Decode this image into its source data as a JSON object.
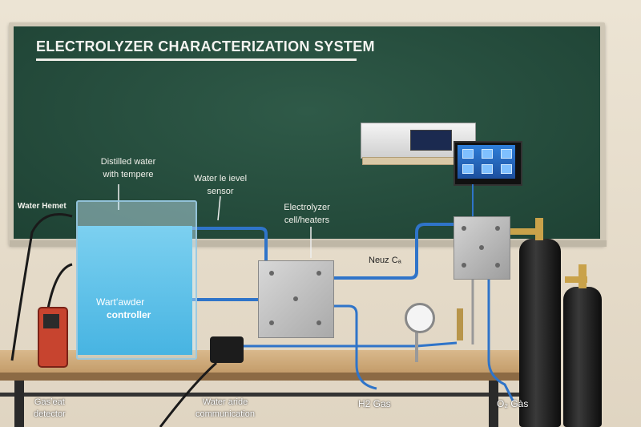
{
  "board": {
    "title": "ELECTROLYZER CHARACTERIZATION SYSTEM",
    "labels": {
      "distilled_water_1": "Distilled water",
      "distilled_water_2": "with tempere",
      "water_level_1": "Water le ievel",
      "water_level_2": "sensor",
      "electrolyzer_1": "Electrolyzer",
      "electrolyzer_2": "cell/heaters",
      "water_hemet": "Water Hemet",
      "neuz": "Neuz Cₐ"
    }
  },
  "tank": {
    "line1": "Wartʻawder",
    "line2": "controller"
  },
  "bottom_labels": {
    "gas_detector_1": "Gasʽeat",
    "gas_detector_2": "detector",
    "water_comm_1": "Water aride",
    "water_comm_2": "communication",
    "h2": "H2 Gas",
    "o2": "O₂ Gàs"
  },
  "colors": {
    "chalkboard": "#2a5140",
    "water": "#5cc3ea",
    "tubing": "#2f74c9",
    "cylinder": "#151515",
    "gas_detector": "#c7442f"
  }
}
